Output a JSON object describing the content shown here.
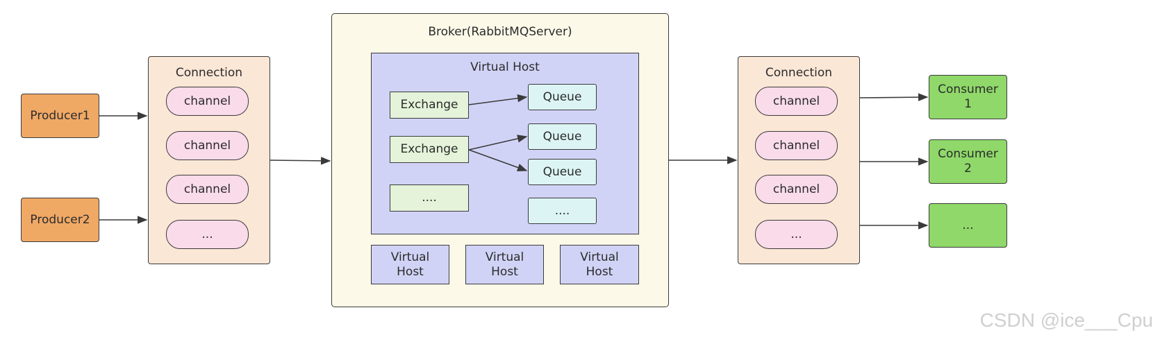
{
  "producers": [
    {
      "label": "Producer1"
    },
    {
      "label": "Producer2"
    }
  ],
  "left_connection": {
    "title": "Connection",
    "channels": [
      "channel",
      "channel",
      "channel",
      "..."
    ]
  },
  "broker": {
    "title": "Broker(RabbitMQServer)",
    "virtual_host": {
      "title": "Virtual Host",
      "exchanges": [
        "Exchange",
        "Exchange",
        "...."
      ],
      "queues": [
        "Queue",
        "Queue",
        "Queue",
        "...."
      ]
    },
    "other_vhosts": [
      "Virtual\nHost",
      "Virtual\nHost",
      "Virtual\nHost"
    ]
  },
  "right_connection": {
    "title": "Connection",
    "channels": [
      "channel",
      "channel",
      "channel",
      "..."
    ]
  },
  "consumers": [
    {
      "label": "Consumer\n1"
    },
    {
      "label": "Consumer\n2"
    },
    {
      "label": "..."
    }
  ],
  "watermark": "CSDN @ice___Cpu",
  "colors": {
    "producer": "#f0a865",
    "consumer": "#8fd869",
    "connection_panel": "#fbe7d6",
    "channel": "#f9dbea",
    "broker_panel": "#fcf9e8",
    "virtual_host": "#d1d3f6",
    "exchange": "#e4f3d9",
    "queue": "#dcf4f4"
  }
}
